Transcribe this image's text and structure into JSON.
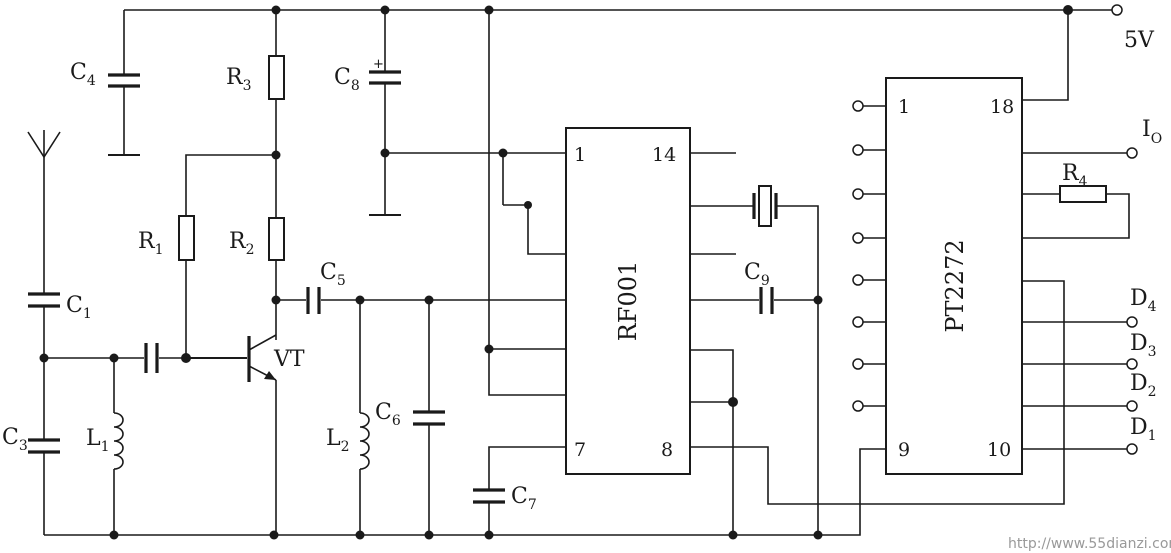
{
  "supply_label": "5V",
  "output_io_label": "I",
  "output_io_sub": "O",
  "outputs": [
    {
      "main": "D",
      "sub": "4"
    },
    {
      "main": "D",
      "sub": "3"
    },
    {
      "main": "D",
      "sub": "2"
    },
    {
      "main": "D",
      "sub": "1"
    }
  ],
  "ic_rf": {
    "name": "RF001",
    "pins": {
      "p1": "1",
      "p14": "14",
      "p7": "7",
      "p8": "8"
    }
  },
  "ic_dec": {
    "name": "PT2272",
    "pins": {
      "p1": "1",
      "p18": "18",
      "p9": "9",
      "p10": "10"
    }
  },
  "components": {
    "C1": {
      "main": "C",
      "sub": "1"
    },
    "C3": {
      "main": "C",
      "sub": "3"
    },
    "C4": {
      "main": "C",
      "sub": "4"
    },
    "C5": {
      "main": "C",
      "sub": "5"
    },
    "C6": {
      "main": "C",
      "sub": "6"
    },
    "C7": {
      "main": "C",
      "sub": "7"
    },
    "C8": {
      "main": "C",
      "sub": "8"
    },
    "C9": {
      "main": "C",
      "sub": "9"
    },
    "R1": {
      "main": "R",
      "sub": "1"
    },
    "R2": {
      "main": "R",
      "sub": "2"
    },
    "R3": {
      "main": "R",
      "sub": "3"
    },
    "R4": {
      "main": "R",
      "sub": "4"
    },
    "L1": {
      "main": "L",
      "sub": "1"
    },
    "L2": {
      "main": "L",
      "sub": "2"
    },
    "VT": {
      "main": "VT",
      "sub": ""
    }
  },
  "c8_polarity": "+",
  "watermark": "http://www.55dianzi.com"
}
